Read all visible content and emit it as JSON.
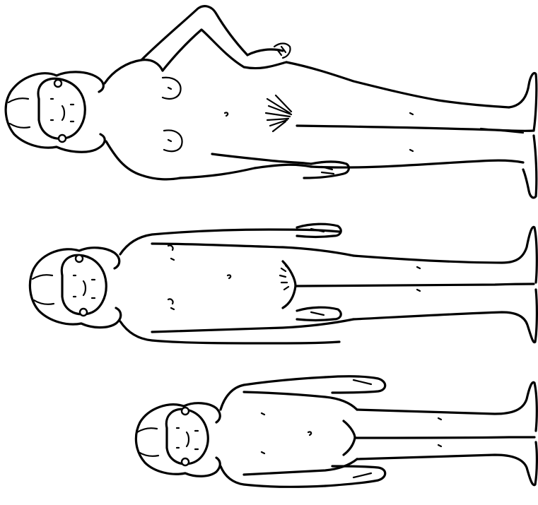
{
  "figure": {
    "orientation": "rotated-90",
    "line_color": "#000000",
    "background_color": "#ffffff",
    "figures": [
      {
        "id": "figure-adult",
        "stage": "adult"
      },
      {
        "id": "figure-adolescent",
        "stage": "adolescent"
      },
      {
        "id": "figure-child",
        "stage": "child"
      }
    ]
  }
}
